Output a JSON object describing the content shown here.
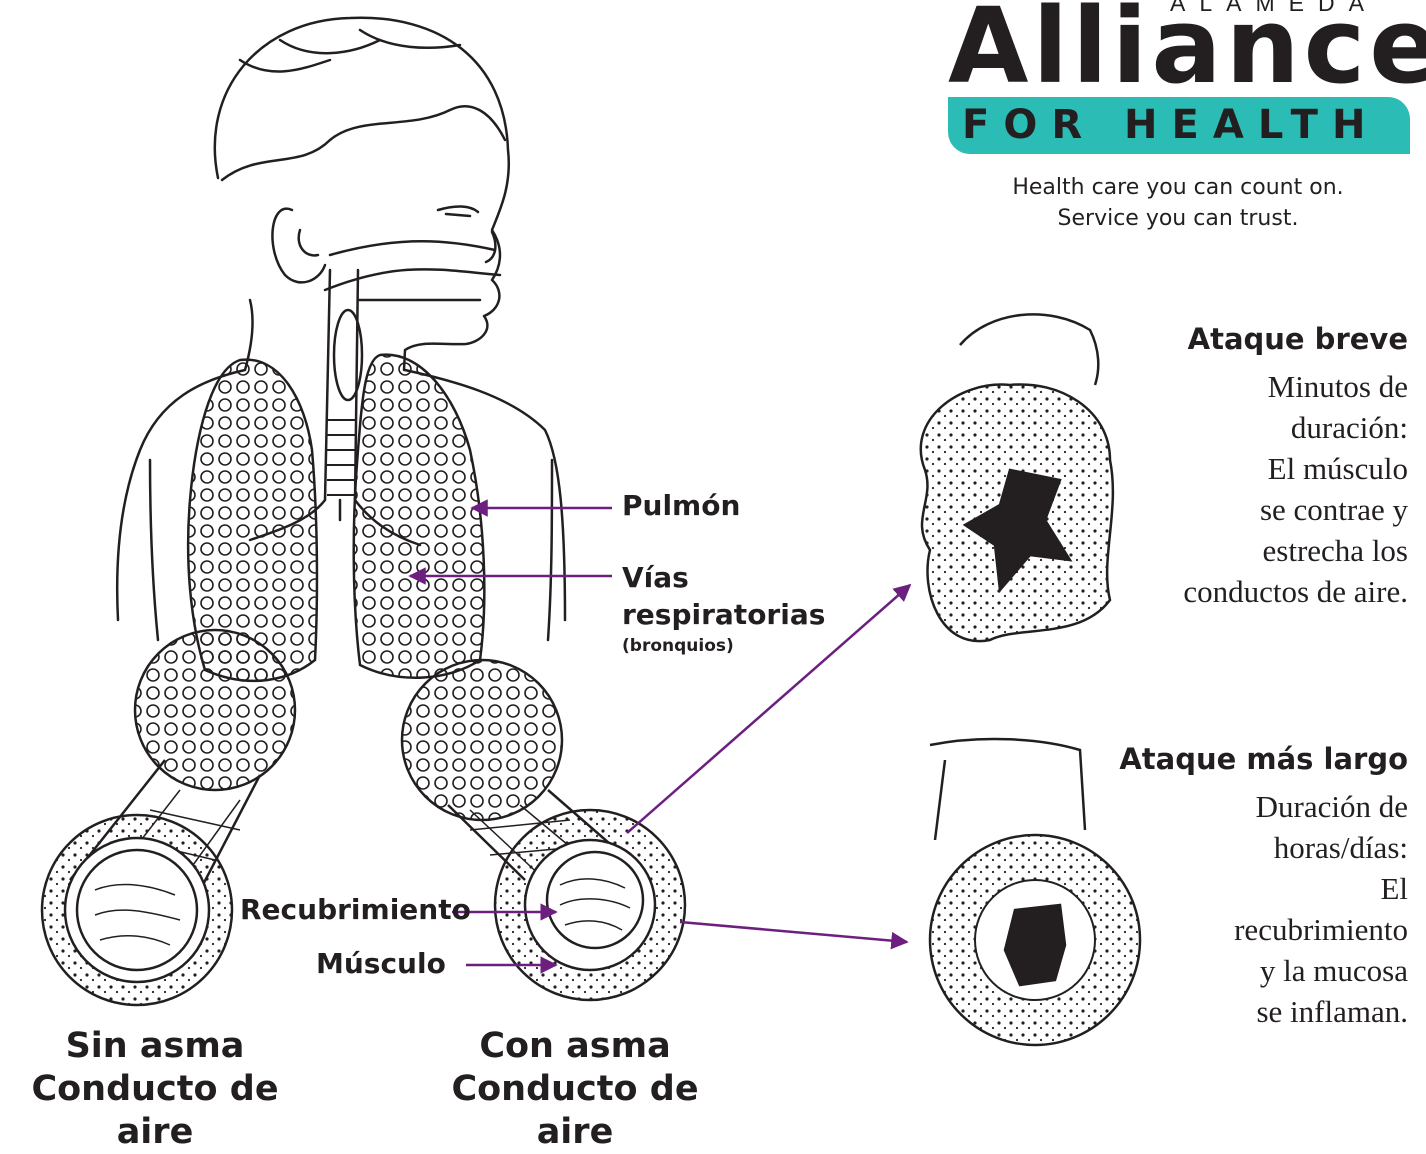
{
  "logo": {
    "top_word": "ALAMEDA",
    "main_word": "Alliance",
    "bar_text": "FOR HEALTH",
    "bar_color": "#2bbcb5",
    "tagline_1": "Health care you can count on.",
    "tagline_2": "Service you can trust."
  },
  "labels": {
    "lung": "Pulmón",
    "airways_1": "Vías",
    "airways_2": "respiratorias",
    "airways_3": "(bronquios)",
    "lining": "Recubrimiento",
    "muscle": "Músculo"
  },
  "captions": {
    "without_1": "Sin asma",
    "without_2": "Conducto de aire",
    "with_1": "Con asma",
    "with_2": "Conducto de aire"
  },
  "attacks": {
    "short": {
      "title": "Ataque breve",
      "lines": [
        "Minutos de",
        "duración:",
        "El músculo",
        "se contrae y",
        "estrecha los",
        "conductos de aire."
      ]
    },
    "long": {
      "title": "Ataque más largo",
      "lines": [
        "Duración de",
        "horas/días:",
        "El",
        "recubrimiento",
        "y la mucosa",
        "se inflaman."
      ]
    }
  },
  "colors": {
    "arrow": "#6d1f80",
    "ink": "#231f20"
  }
}
